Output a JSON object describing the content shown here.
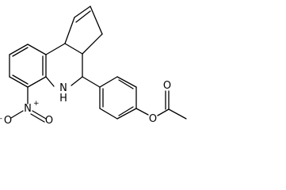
{
  "molecule": {
    "labels": {
      "nitro_n": "N",
      "nitro_n_charge": "+",
      "nitro_o_top": "O",
      "nitro_o_left": "O",
      "nitro_o_left_charge": "-",
      "amine": "N",
      "amine_h": "H",
      "ester_o": "O",
      "carbonyl_o": "O"
    },
    "colors": {
      "bond": "#000000",
      "text": "#000000",
      "background": "#ffffff"
    }
  }
}
